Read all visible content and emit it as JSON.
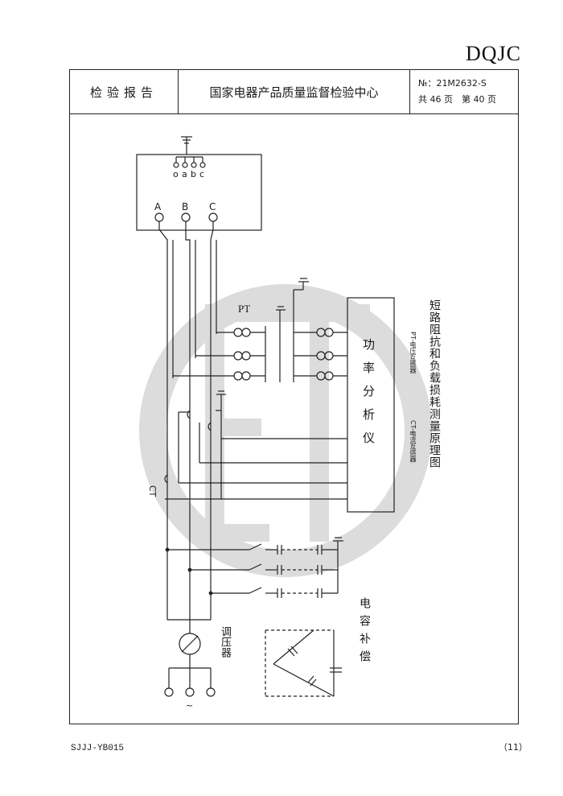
{
  "brand": "DQJC",
  "header": {
    "report_type": "检验报告",
    "organization": "国家电器产品质量监督检验中心",
    "report_no": "№：21M2632-S",
    "pages": "共 46 页　第 40 页"
  },
  "diagram": {
    "title": "短路阻抗和负载损耗测量原理图",
    "analyzer_label": "功率分析仪",
    "pt_legend": "PT-电压互感器",
    "ct_legend": "CT-电流互感器",
    "pt_label": "PT",
    "ct_label": "CT",
    "regulator_label": "调压器",
    "capacitor_label": "电容补偿",
    "hv_terminals": [
      "A",
      "B",
      "C"
    ],
    "lv_terminals": [
      "o",
      "a",
      "b",
      "c"
    ]
  },
  "footer": {
    "form_code": "SJJJ-YB015",
    "page_number": "（11）"
  },
  "colors": {
    "watermark": "#d9d9d9",
    "line": "#222222"
  }
}
